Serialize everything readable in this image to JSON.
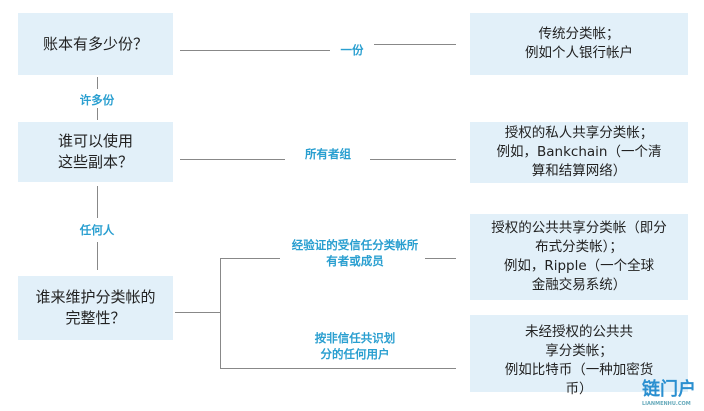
{
  "questions": [
    "账本有多少份？",
    "谁可以使用\n这些副本？",
    "谁来维护分类帐的\n完整性？"
  ],
  "answers": [
    "传统分类帐；\n例如个人银行帐户",
    "授权的私人共享分类帐；\n例如，Bankchain（一个清\n算和结算网络）",
    "授权的公共共享分类帐（即分\n布式分类帐）；\n例如，Ripple（一个全球\n金融交易系统）",
    "未经授权的公共共\n享分类帐；\n例如比特币（一种加密货\n币）"
  ],
  "labels": {
    "one": "一份",
    "many": "许多份",
    "owners": "所有者组",
    "anyone": "任何人",
    "verified": "经验证的受信任分类帐所\n有者或成员",
    "untrusted": "按非信任共识划\n分的任何用户"
  },
  "watermark": {
    "text": "链门户",
    "sub": "LIANMENHU.COM"
  },
  "colors": {
    "box": "#e2f0f9",
    "label": "#2a9fd0"
  }
}
